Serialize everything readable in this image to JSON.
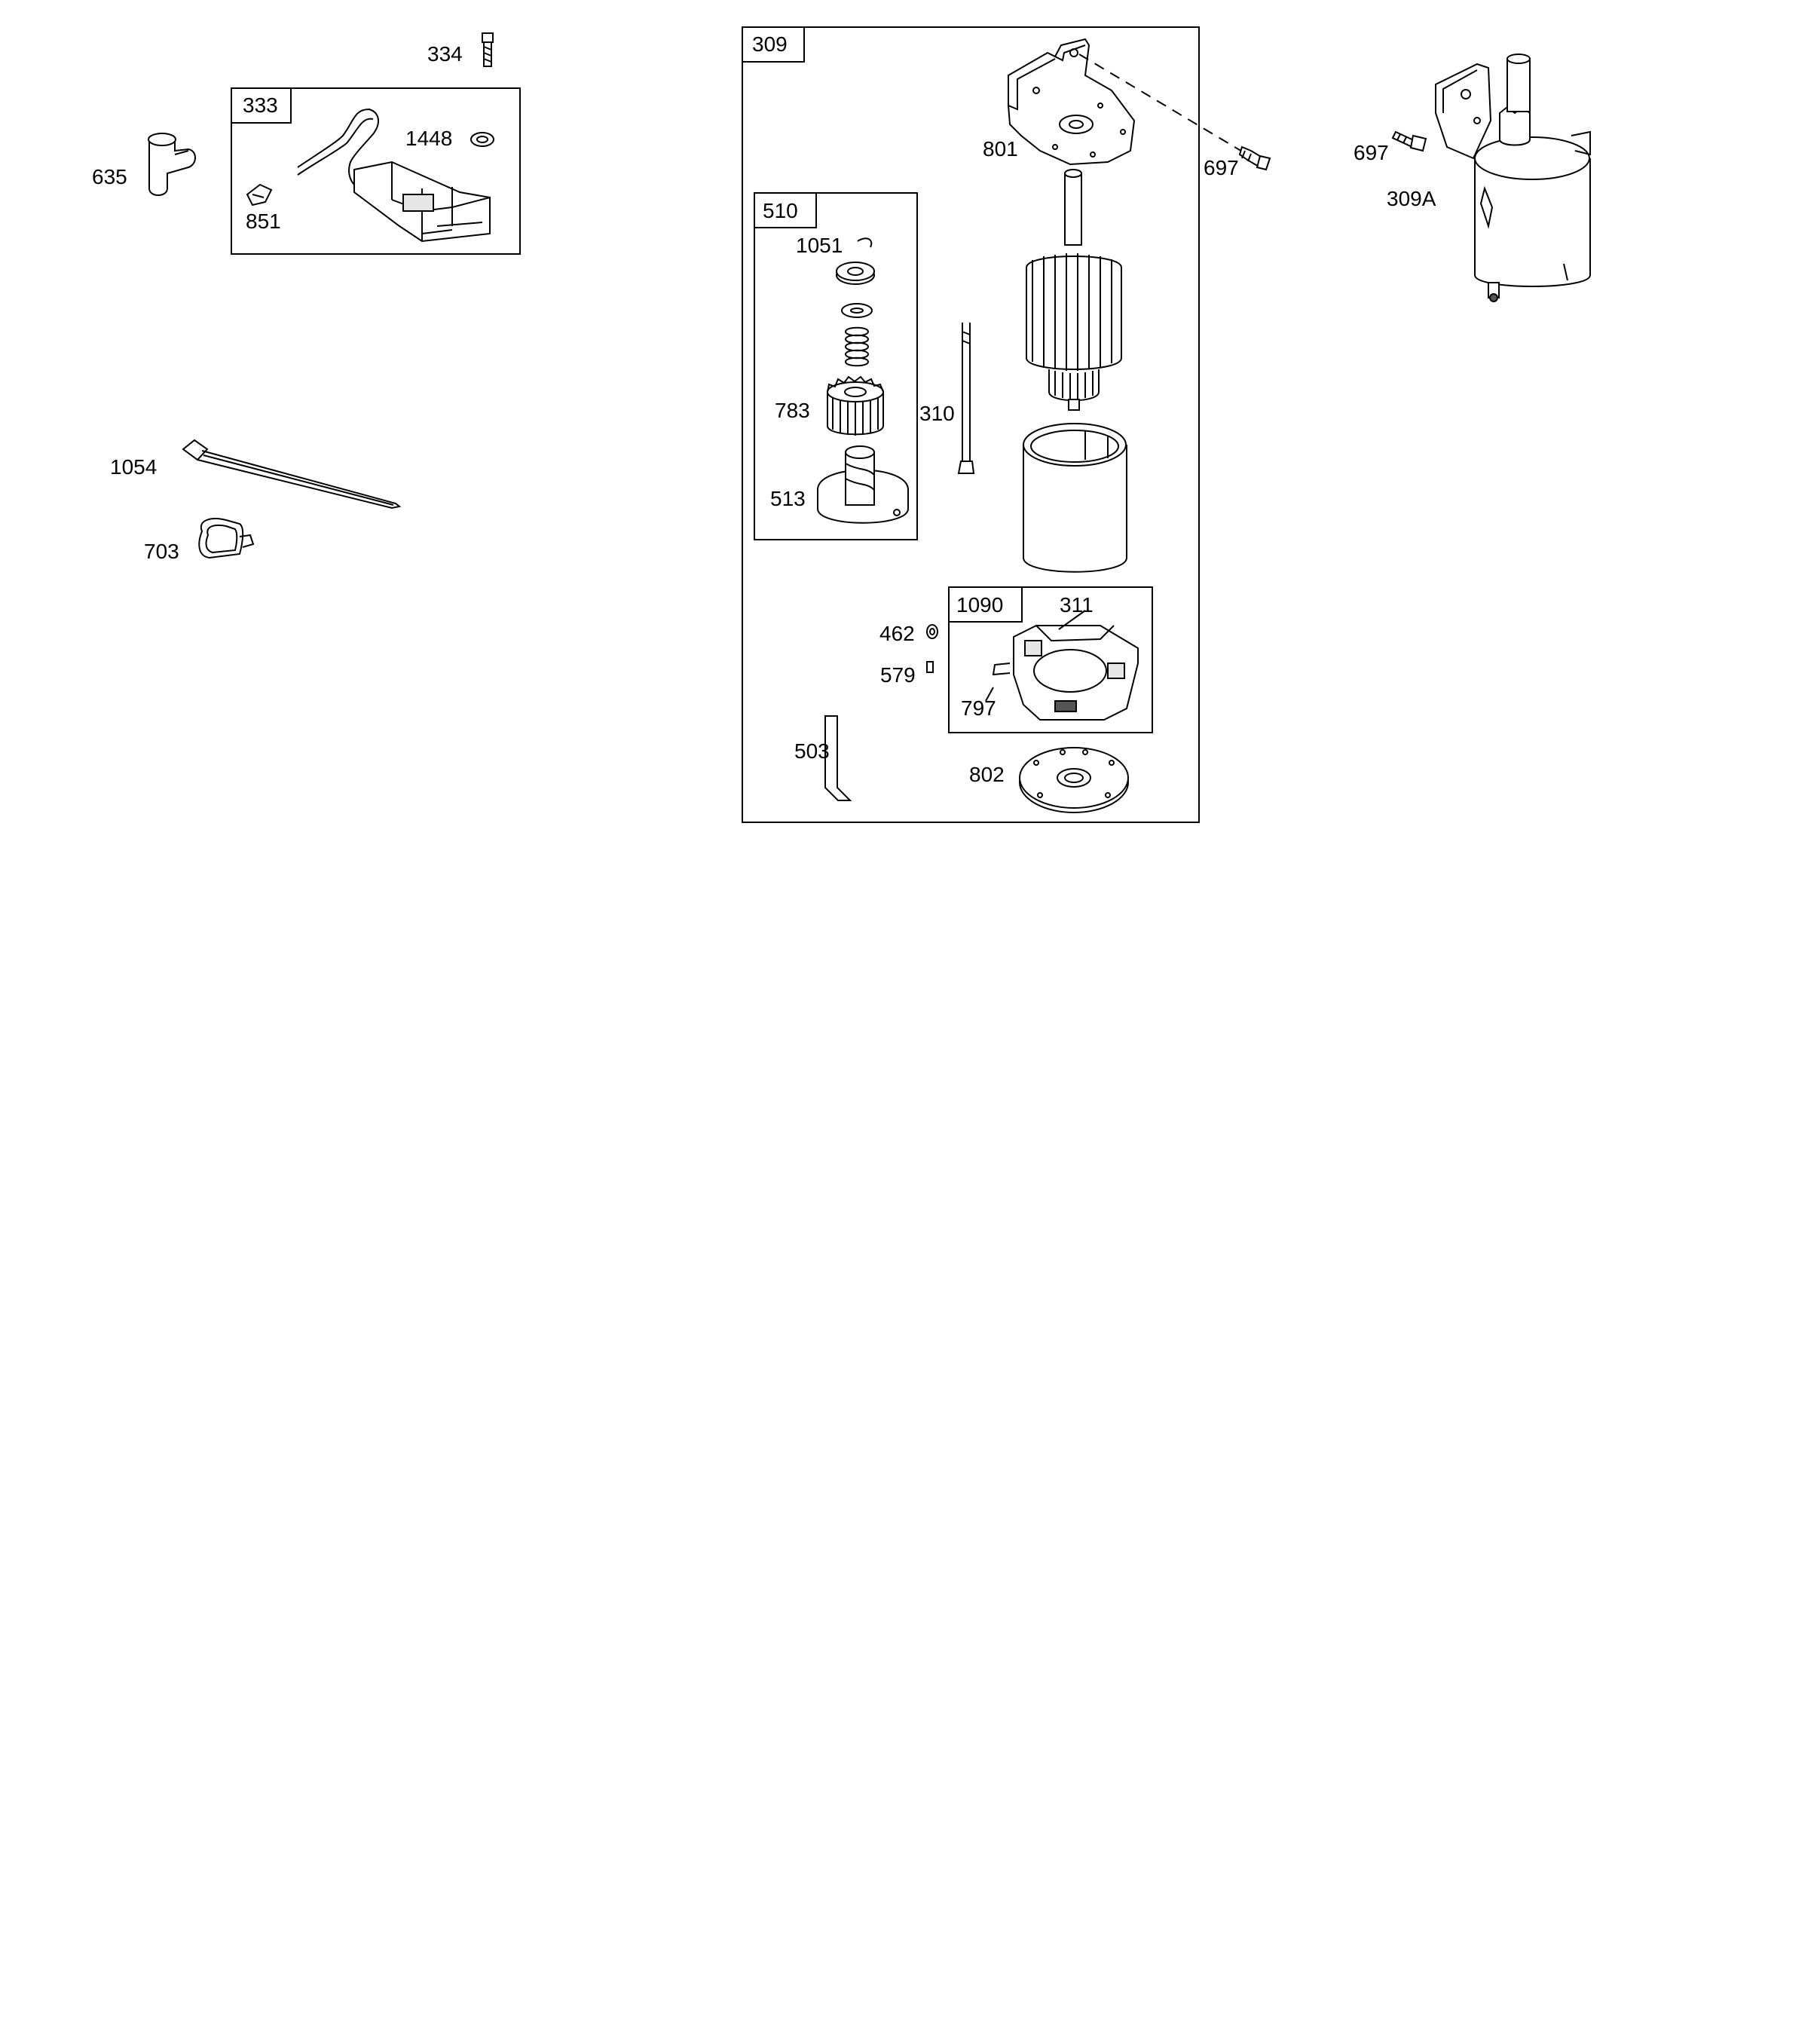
{
  "parts": {
    "p334": "334",
    "p333": "333",
    "p1448": "1448",
    "p635": "635",
    "p851": "851",
    "p1054": "1054",
    "p703": "703",
    "p309": "309",
    "p801": "801",
    "p697a": "697",
    "p697b": "697",
    "p309A": "309A",
    "p510": "510",
    "p1051": "1051",
    "p783": "783",
    "p310": "310",
    "p513": "513",
    "p1090": "1090",
    "p311": "311",
    "p462": "462",
    "p579": "579",
    "p797": "797",
    "p503": "503",
    "p802": "802"
  },
  "colors": {
    "line": "#000000",
    "fill": "#ffffff",
    "shade": "#e6e6e6",
    "dark": "#555555"
  }
}
